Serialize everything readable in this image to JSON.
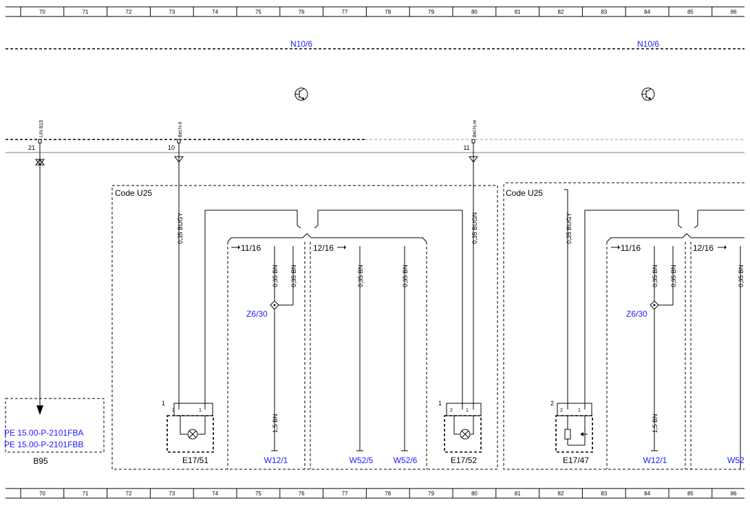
{
  "ruler": {
    "numbers": [
      "70",
      "71",
      "72",
      "73",
      "74",
      "75",
      "76",
      "77",
      "78",
      "79",
      "80",
      "81",
      "82",
      "83",
      "84",
      "85",
      "86"
    ]
  },
  "modules": {
    "n10_left": "N10/6",
    "n10_right": "N10/6"
  },
  "pins": {
    "p21": "21",
    "p21_label": "LIN B15",
    "p10": "10",
    "p10_label": "Bel.hi.li",
    "p11": "11",
    "p11_label": "Bel.hi.re"
  },
  "blocks": {
    "left_title": "Code U25",
    "right_title": "Code U25"
  },
  "wires": {
    "bugy_left": "0,35 BUGY",
    "bugn": "0,35 BUGN",
    "bugy_right": "0,35 BUGY",
    "bn1": "0,35 BN",
    "bn2": "0,35 BN",
    "bn3": "0,35 BN",
    "bn4": "0,35 BN",
    "bn5": "0,35 BN",
    "bn6": "0,35 BN",
    "bn7": "0,35 BN",
    "bn15_left": "1,5 BN",
    "bn15_right": "1,5 BN"
  },
  "refs": {
    "r1116_left": "11/16",
    "r1216_left": "12/16",
    "r1116_right": "11/16",
    "r1216_right": "12/16"
  },
  "splices": {
    "z630_left": "Z6/30",
    "z630_right": "Z6/30"
  },
  "components": {
    "e1751": "E17/51",
    "e1752": "E17/52",
    "e1747": "E17/47",
    "w121_left": "W12/1",
    "w525": "W52/5",
    "w526": "W52/6",
    "w121_right": "W12/1",
    "w52_partial": "W52",
    "b95": "B95",
    "pe_a": "PE 15.00-P-2101FBA",
    "pe_b": "PE 15.00-P-2101FBB"
  },
  "connector_pins": {
    "c1": "1",
    "c2": "2",
    "c3": "1",
    "c4": "1",
    "c5": "2",
    "c6": "1",
    "c7": "2",
    "c8": "1",
    "c9": "2"
  }
}
